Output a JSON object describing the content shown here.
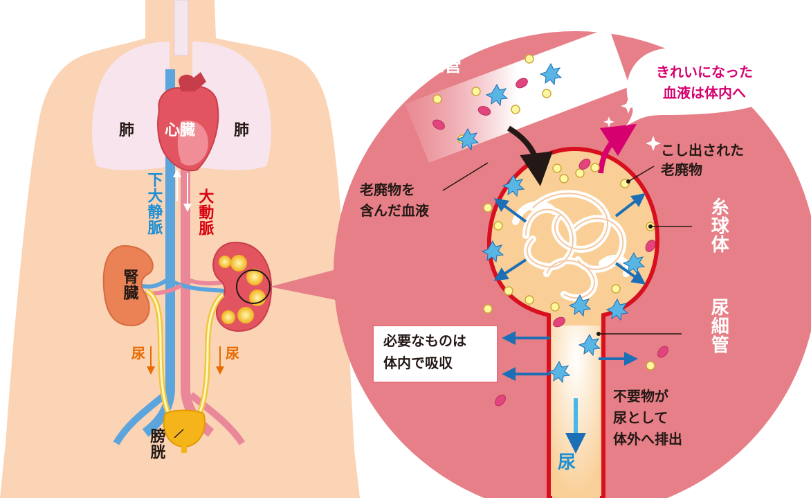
{
  "body_labels": {
    "lung_left": "肺",
    "lung_right": "肺",
    "heart": "心臓",
    "inferior_vena_cava": "下大静脈",
    "aorta": "大動脈",
    "kidney": "腎臓",
    "urine_left": "尿",
    "urine_right": "尿",
    "bladder": "膀胱"
  },
  "detail_labels": {
    "blood_vessel": "血管",
    "clean_blood": [
      "きれいになった",
      "血液は体内へ"
    ],
    "filtered_waste": [
      "こし出された",
      "老廃物"
    ],
    "waste_blood": [
      "老廃物を",
      "含んだ血液"
    ],
    "glomerulus": "糸球体",
    "renal_tubule": "尿細管",
    "reabsorb": [
      "必要なものは",
      "体内で吸収"
    ],
    "excrete": [
      "不要物が",
      "尿として",
      "体外へ排出"
    ],
    "urine": "尿"
  },
  "colors": {
    "skin": "#fbd3b5",
    "lung": "#f7e4ec",
    "heart": "#e2545f",
    "vein": "#5ba5dc",
    "artery": "#ea8899",
    "kidney": "#ea8255",
    "ureter": "#fde98a",
    "bladder": "#f4b41a",
    "detail_circle": "#e67f87",
    "filtrate": "#f9cf97",
    "accent_magenta": "#d6006f",
    "accent_red": "#d7000f",
    "accent_blue": "#1c8fd4",
    "accent_orange": "#e66b00"
  }
}
